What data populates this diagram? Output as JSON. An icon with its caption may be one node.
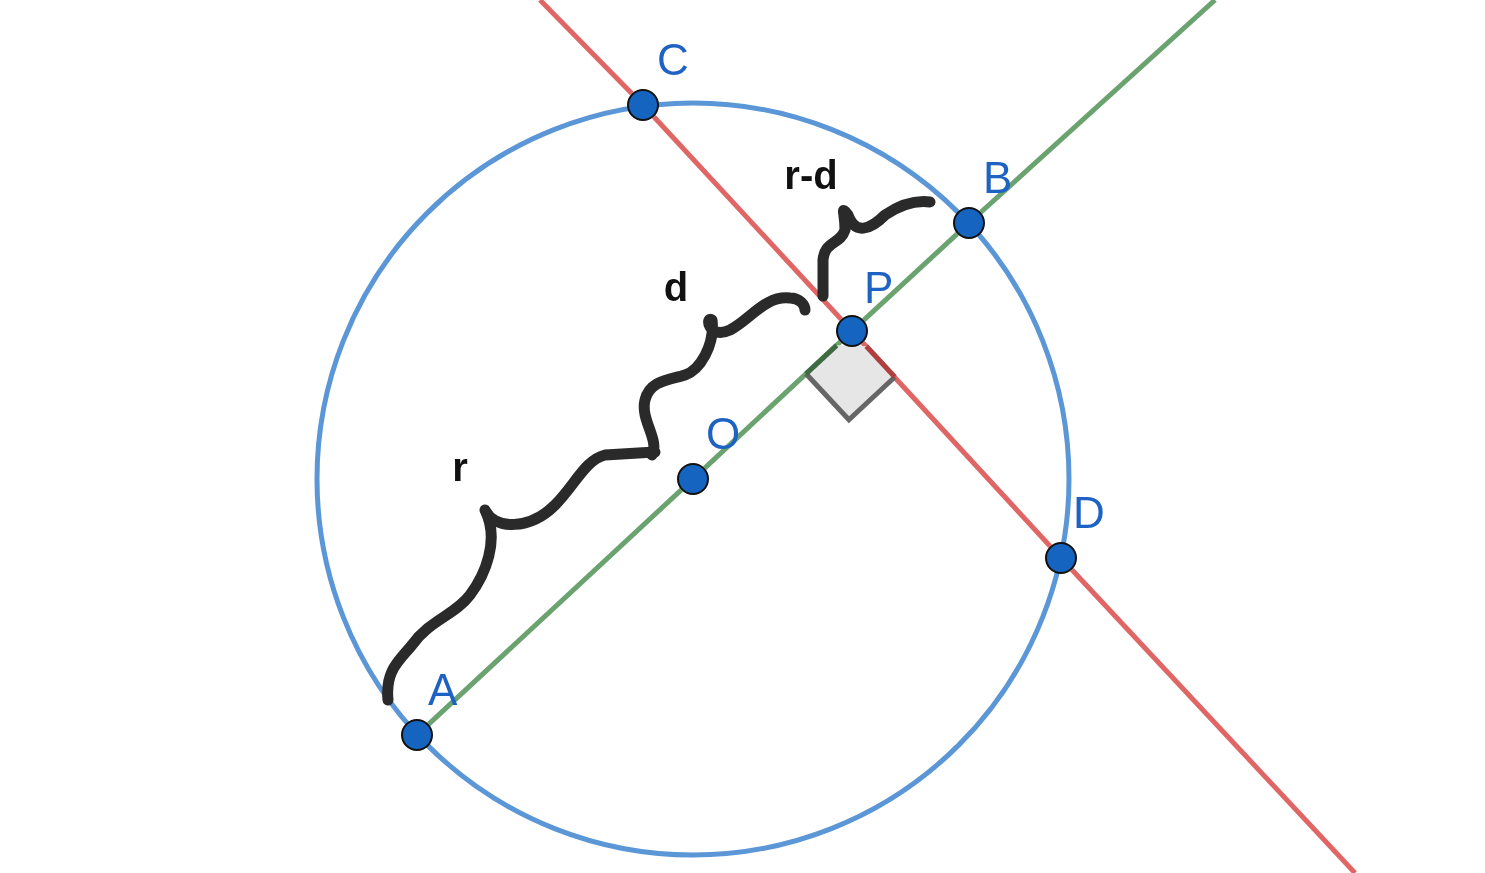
{
  "diagram": {
    "nodes": [
      {
        "text": [],
        "shape": "circle",
        "beside": [
          "C"
        ]
      },
      {
        "text": [],
        "shape": "circle",
        "beside": [
          "B"
        ]
      },
      {
        "text": [],
        "shape": "circle",
        "beside": [
          "P"
        ]
      },
      {
        "text": [],
        "shape": "circle",
        "beside": [
          "O"
        ]
      },
      {
        "text": [],
        "shape": "circle",
        "beside": [
          "D"
        ]
      },
      {
        "text": [],
        "shape": "circle",
        "beside": [
          "A"
        ]
      }
    ],
    "edges": [
      {
        "from": 5,
        "to": 3,
        "arrow": "none",
        "color": "#6aa36f"
      },
      {
        "from": 3,
        "to": 2,
        "arrow": "none",
        "color": "#6aa36f"
      },
      {
        "from": 2,
        "to": 1,
        "arrow": "none",
        "color": "#6aa36f"
      },
      {
        "from": 1,
        "to": null,
        "arrow": "none",
        "color": "#6aa36f"
      },
      {
        "from": null,
        "to": 0,
        "arrow": "none",
        "color": "#e06666"
      },
      {
        "from": 0,
        "to": 2,
        "arrow": "none",
        "color": "#e06666"
      },
      {
        "from": 2,
        "to": 4,
        "arrow": "none",
        "color": "#e06666"
      },
      {
        "from": 4,
        "to": null,
        "arrow": "none",
        "color": "#e06666"
      }
    ],
    "labels": [
      "r-d",
      "d",
      "r"
    ]
  }
}
